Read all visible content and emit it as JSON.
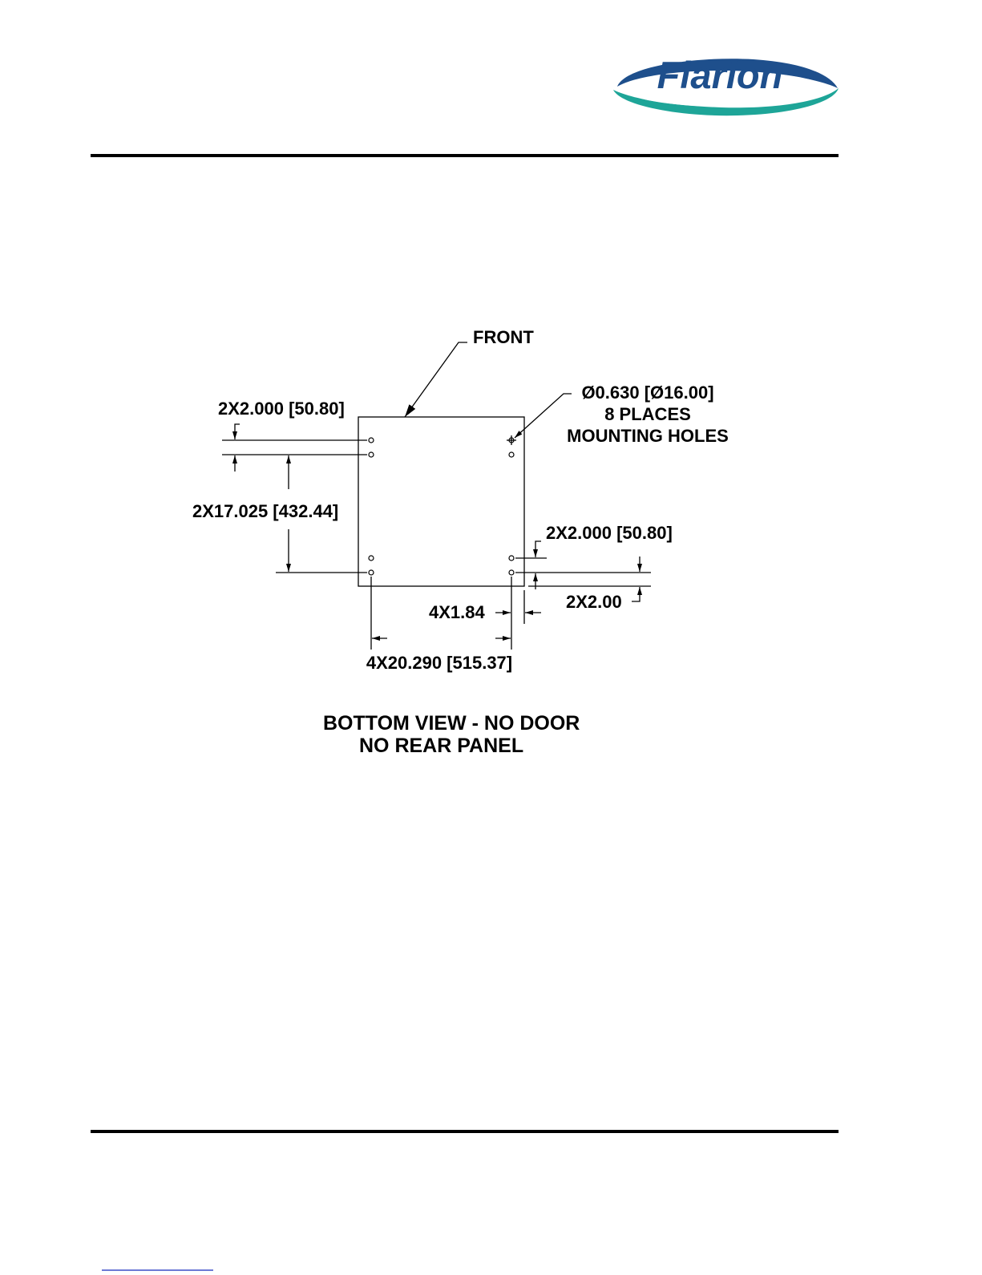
{
  "logo": {
    "text": "Flarion",
    "colors": {
      "text": "#1e4f8c",
      "swoosh_upper": "#1e4f8c",
      "swoosh_lower": "#1ea598"
    }
  },
  "drawing": {
    "front_label": "FRONT",
    "top_left_offset": "2X2.000 [50.80]",
    "vertical_spacing": "2X17.025 [432.44]",
    "hole_spec": [
      "Ø0.630 [Ø16.00]",
      "8 PLACES",
      "MOUNTING HOLES"
    ],
    "right_offset": "2X2.000 [50.80]",
    "right_edge_offset": "2X2.00",
    "side_offset": "4X1.84",
    "horizontal_spacing": "4X20.290 [515.37]",
    "caption": [
      "BOTTOM VIEW - NO DOOR",
      "NO REAR PANEL"
    ]
  },
  "colors": {
    "rule": "#000000",
    "footer_underline": "#3d4fc7"
  }
}
